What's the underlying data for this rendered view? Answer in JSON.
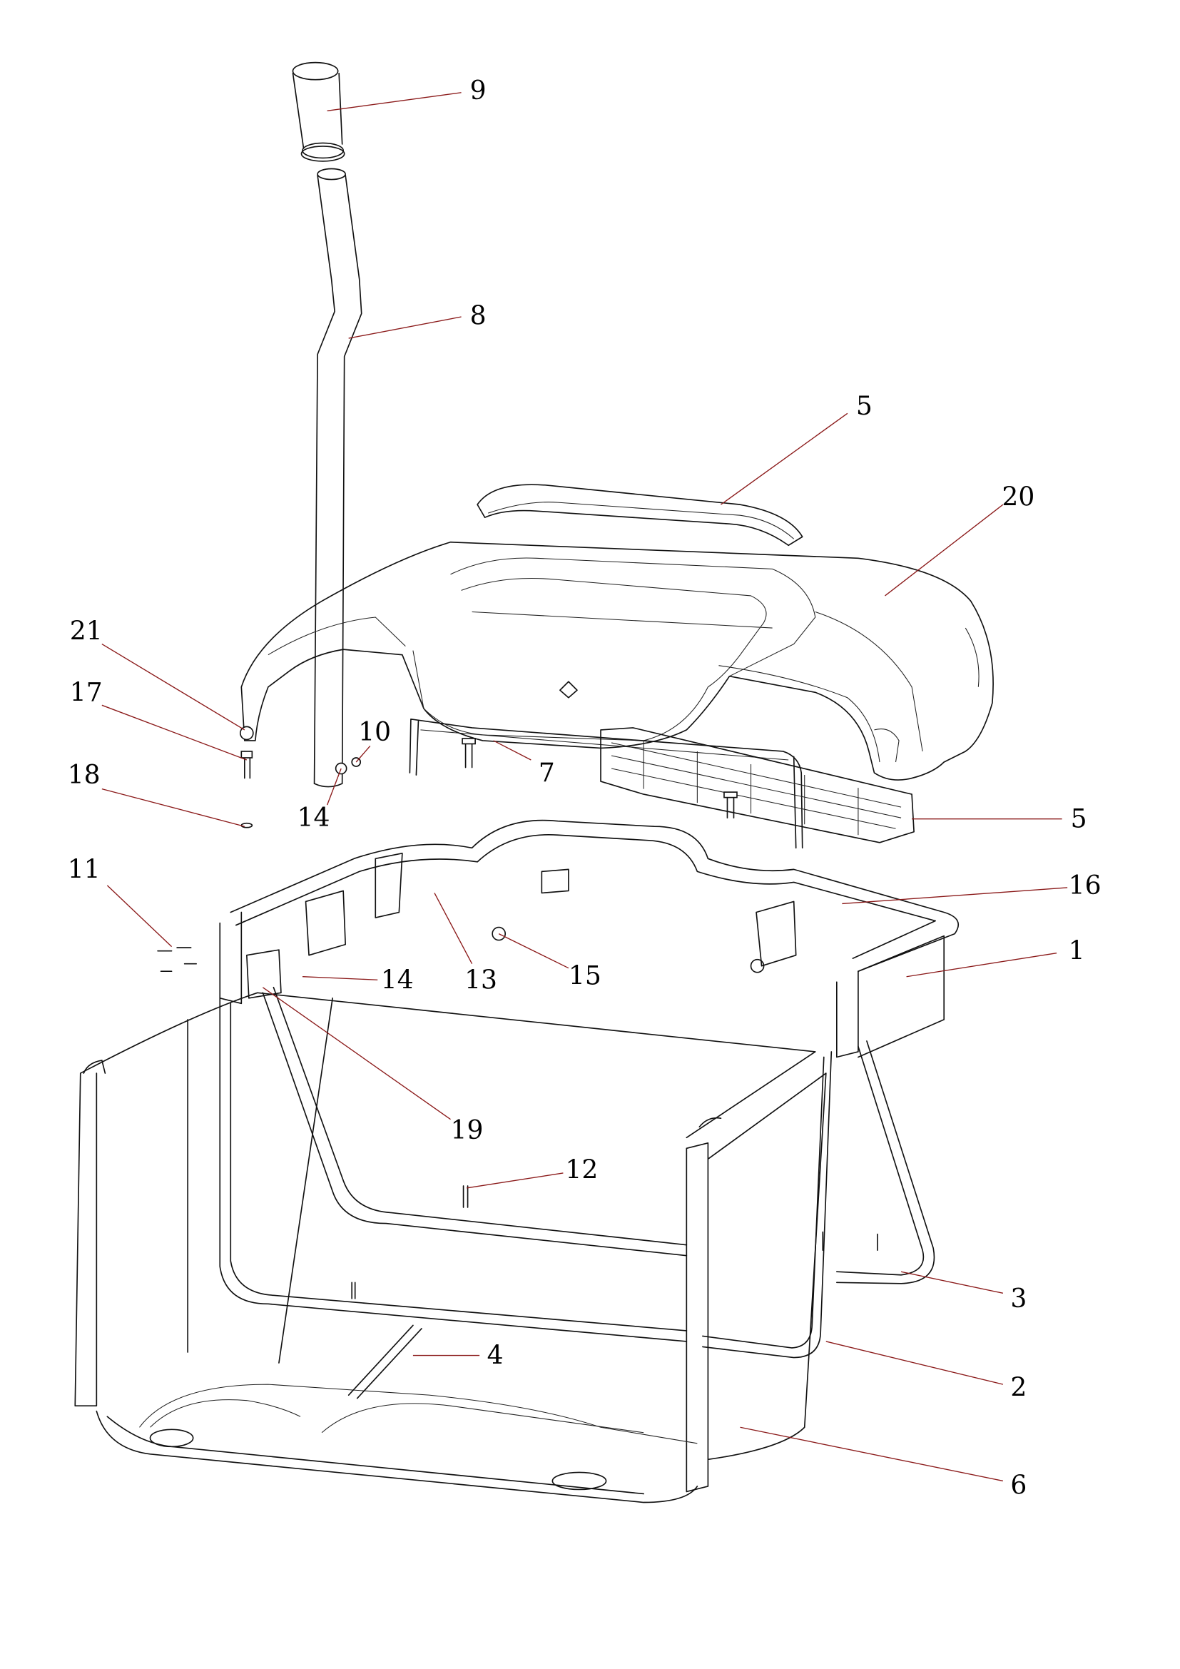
{
  "diagram": {
    "type": "exploded-parts-view",
    "leader_color": "#8b1a1a",
    "callouts": [
      "9",
      "8",
      "5",
      "20",
      "21",
      "17",
      "10",
      "18",
      "7",
      "14",
      "5",
      "11",
      "16",
      "1",
      "14",
      "13",
      "15",
      "19",
      "12",
      "3",
      "4",
      "2",
      "6"
    ]
  }
}
